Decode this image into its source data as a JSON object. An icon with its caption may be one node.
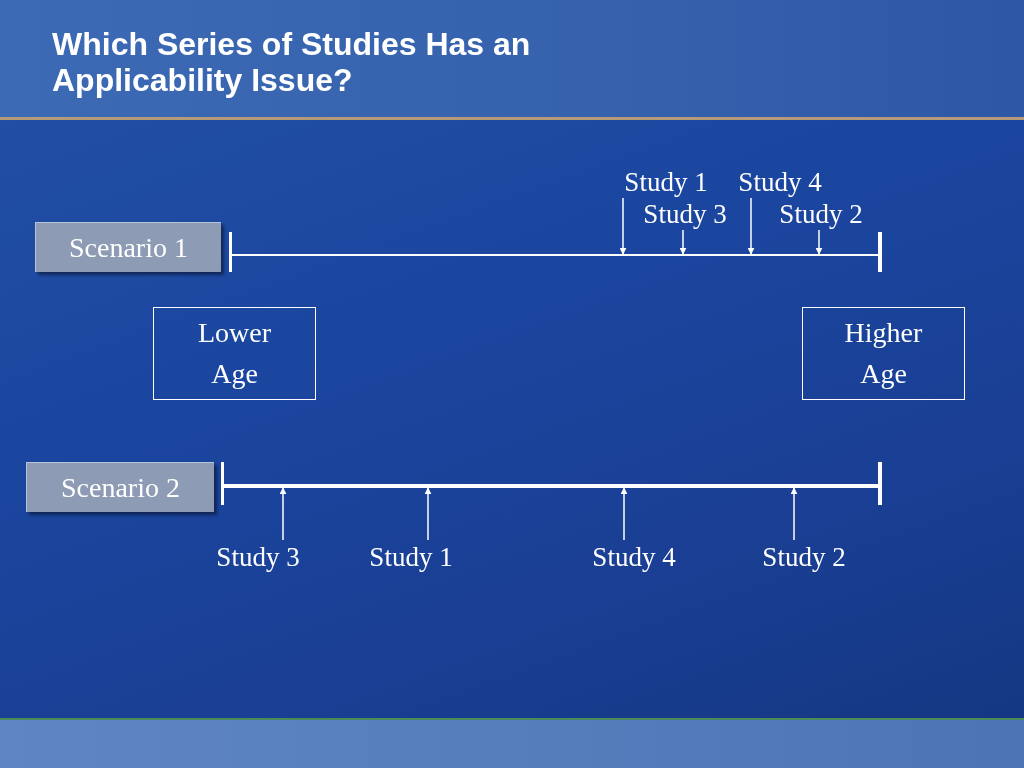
{
  "diagram": {
    "title": "Which Series of Studies Has an Applicability Issue?",
    "nodes": [
      {
        "text": [
          "Scenario 1"
        ]
      },
      {
        "text": [
          "Study 1"
        ]
      },
      {
        "text": [
          "Study 4"
        ]
      },
      {
        "text": [
          "Study 3"
        ]
      },
      {
        "text": [
          "Study 2"
        ]
      },
      {
        "text": [],
        "shape": "bar"
      },
      {
        "text": [
          "Lower Age"
        ]
      },
      {
        "text": [
          "Higher Age"
        ]
      },
      {
        "text": [
          "Scenario 2"
        ]
      },
      {
        "text": [],
        "shape": "bar"
      },
      {
        "text": [
          "Study 3"
        ]
      },
      {
        "text": [
          "Study 1"
        ]
      },
      {
        "text": [
          "Study 4"
        ]
      },
      {
        "text": [
          "Study 2"
        ]
      }
    ],
    "edges": [
      {
        "from": 1,
        "to": 5,
        "arrow": "to"
      },
      {
        "from": 3,
        "to": 5,
        "arrow": "to"
      },
      {
        "from": 2,
        "to": 5,
        "arrow": "to"
      },
      {
        "from": 4,
        "to": 5,
        "arrow": "to"
      },
      {
        "from": 10,
        "to": 9,
        "arrow": "to"
      },
      {
        "from": 11,
        "to": 9,
        "arrow": "to"
      },
      {
        "from": 12,
        "to": 9,
        "arrow": "to"
      },
      {
        "from": 13,
        "to": 9,
        "arrow": "to"
      }
    ]
  }
}
